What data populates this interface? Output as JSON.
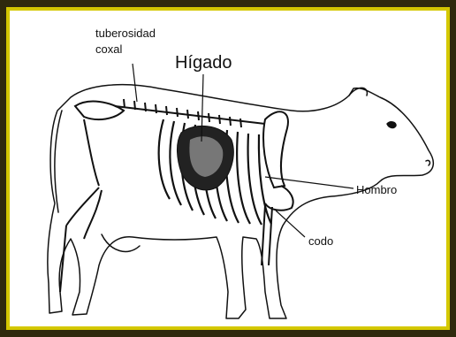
{
  "labels": {
    "tuberosidad": "tuberosidad",
    "coxal": "coxal",
    "higado": "Hígado",
    "hombro": "Hombro",
    "codo": "codo"
  },
  "colors": {
    "frame_dark": "#2f2a0d",
    "frame_border": "#d4c800",
    "background": "#ffffff",
    "ink": "#111111"
  },
  "icons": {
    "cow": "cow-skeleton-illustration"
  }
}
